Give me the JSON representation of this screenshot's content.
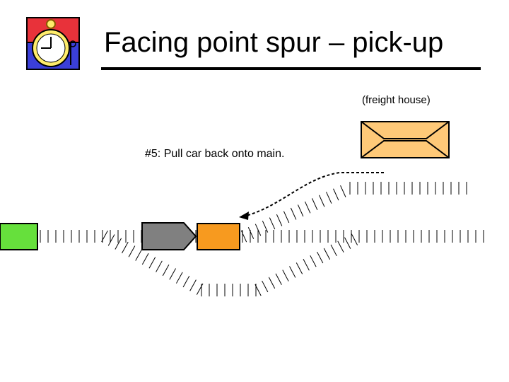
{
  "title": "Facing point spur – pick-up",
  "freight_house_label": "(freight house)",
  "step_caption": "#5: Pull car back onto main.",
  "icons": {
    "logo": "stopwatch-icon",
    "freight_house": "freight-house-icon",
    "direction": "dashed-arrow-icon"
  },
  "colors": {
    "locomotive": "#808080",
    "car": "#f79a1f",
    "green_car": "#66e03c",
    "freight_house": "#ffc978",
    "logo_red": "#e8323a",
    "logo_blue": "#3b3fd9",
    "logo_clock": "#ffec6b"
  }
}
